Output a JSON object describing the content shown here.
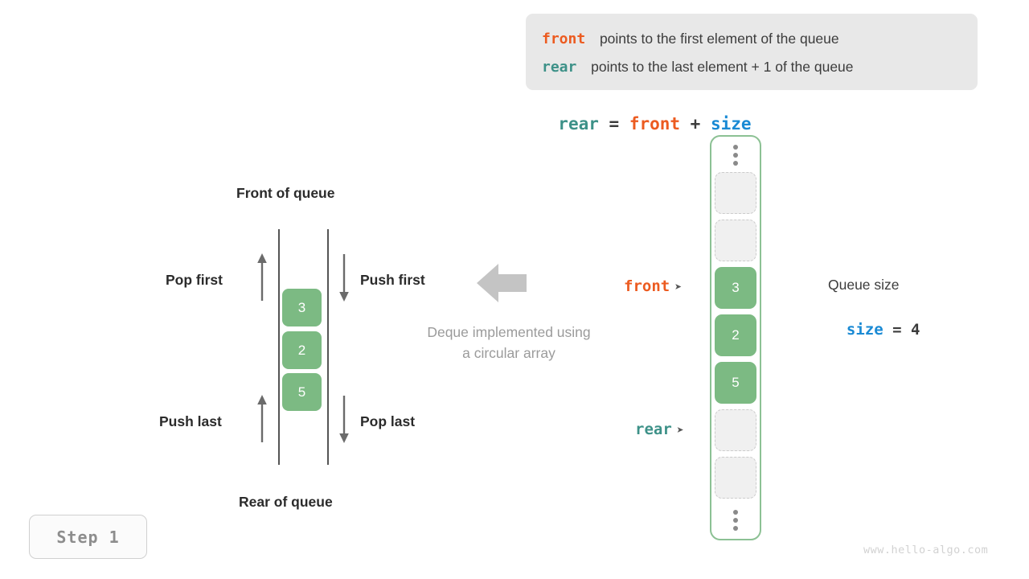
{
  "legend": {
    "lines": [
      {
        "keyword": "front",
        "keyword_color": "#ec5b20",
        "text": "points to the first element of the queue"
      },
      {
        "keyword": "rear",
        "keyword_color": "#3d9188",
        "text": "points to the last element + 1 of the queue"
      }
    ]
  },
  "formula": {
    "lhs": "rear",
    "eq": " = ",
    "rhs1": "front",
    "plus": " + ",
    "rhs2": "size"
  },
  "deque": {
    "front_label": "Front of queue",
    "rear_label": "Rear of queue",
    "pop_first": "Pop first",
    "push_first": "Push first",
    "push_last": "Push last",
    "pop_last": "Pop last",
    "caption_line1": "Deque implemented using",
    "caption_line2": "a circular array",
    "cells": [
      "3",
      "2",
      "5"
    ]
  },
  "array": {
    "top_ellipsis": "⋮",
    "bottom_ellipsis": "⋮",
    "slots": [
      {
        "value": "",
        "state": "empty"
      },
      {
        "value": "",
        "state": "empty"
      },
      {
        "value": "3",
        "state": "filled"
      },
      {
        "value": "2",
        "state": "filled"
      },
      {
        "value": "5",
        "state": "filled"
      },
      {
        "value": "",
        "state": "empty"
      },
      {
        "value": "",
        "state": "empty"
      }
    ],
    "pointers": {
      "front": {
        "label": "front",
        "tip": "➤",
        "color": "#ec5b20"
      },
      "rear": {
        "label": "rear",
        "tip": "➤",
        "color": "#3d9188"
      }
    }
  },
  "queue_size": {
    "title": "Queue size",
    "var": "size",
    "eq": " = ",
    "value": "4"
  },
  "step": {
    "label": "Step 1"
  },
  "watermark": {
    "text": "www.hello-algo.com"
  },
  "colors": {
    "green_fill": "#7cba83",
    "green_border": "#8cc194",
    "orange": "#ec5b20",
    "teal": "#3d9188",
    "blue": "#1a8ad4",
    "gray_arrow": "#c4c4c4",
    "legend_bg": "#e8e8e8"
  }
}
